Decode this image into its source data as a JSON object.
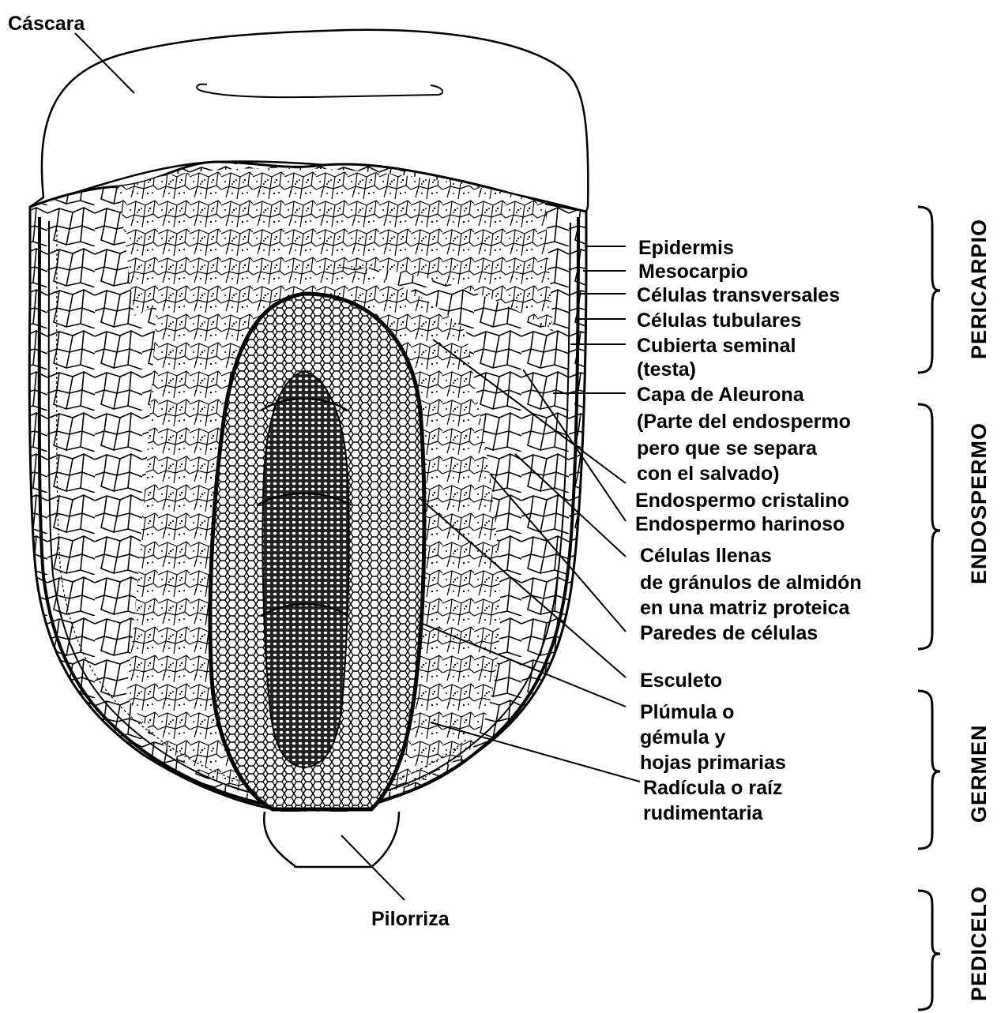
{
  "labels": {
    "cascara": "Cáscara",
    "epidermis": "Epidermis",
    "mesocarpio": "Mesocarpio",
    "celulas_transversales": "Células transversales",
    "celulas_tubulares": "Células tubulares",
    "cubierta_seminal": [
      "Cubierta seminal",
      "(testa)"
    ],
    "capa_aleurona": [
      "Capa de Aleurona",
      "(Parte del endospermo",
      "pero que se separa",
      "con el salvado)"
    ],
    "endospermo_cristalino": "Endospermo cristalino",
    "endospermo_harinoso": "Endospermo harinoso",
    "celulas_llenas": [
      "Células llenas",
      "de gránulos de almidón",
      "en una matriz proteica"
    ],
    "paredes_celulas": "Paredes de células",
    "esculeto": "Esculeto",
    "plumula": [
      "Plúmula o",
      "gémula y",
      "hojas primarias"
    ],
    "radicula": [
      "Radícula o raíz",
      "rudimentaria"
    ],
    "pilorriza": "Pilorriza"
  },
  "sections": {
    "pericarpio": "PERICARPIO",
    "endospermo": "ENDOSPERMO",
    "germen": "GERMEN",
    "pedicelo": "PEDICELO"
  },
  "colors": {
    "ink": "#000000",
    "paper": "#ffffff"
  }
}
